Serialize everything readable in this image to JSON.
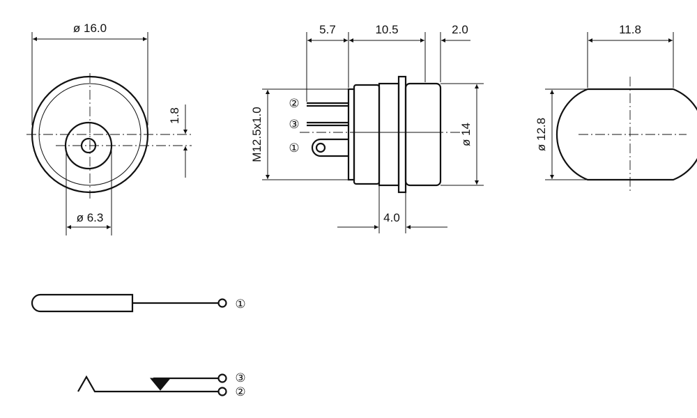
{
  "dimensions": {
    "outer_diameter": "ø 16.0",
    "offset": "1.8",
    "inner_diameter": "ø 6.3",
    "pin_spacing": "5.7",
    "body_length": "10.5",
    "flange_depth": "2.0",
    "thread": "M12.5x1.0",
    "flange_diameter": "ø 14",
    "panel_thickness": "4.0",
    "cutout_width": "11.8",
    "cutout_diameter": "ø 12.8"
  },
  "pins": {
    "pin1": "①",
    "pin2": "②",
    "pin3": "③"
  }
}
